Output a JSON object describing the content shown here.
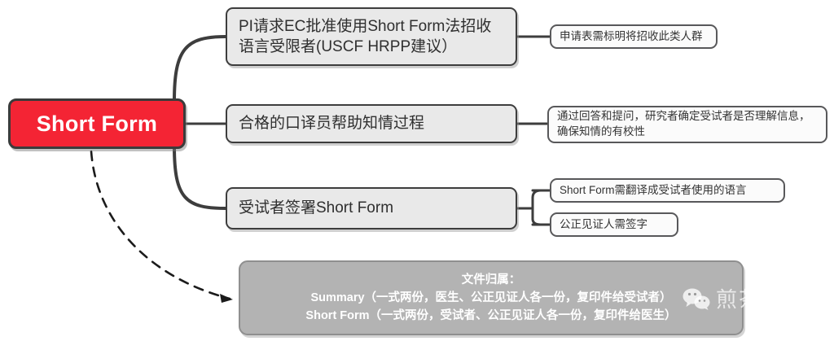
{
  "diagram": {
    "root": {
      "label": "Short Form",
      "color": "#f42434"
    },
    "branches": [
      {
        "label": "PI请求EC批准使用Short Form法招收语言受限者(USCF HRPP建议）",
        "children": [
          {
            "label": "申请表需标明将招收此类人群"
          }
        ]
      },
      {
        "label": "合格的口译员帮助知情过程",
        "children": [
          {
            "label": "通过回答和提问，研究者确定受试者是否理解信息，确保知情的有校性"
          }
        ]
      },
      {
        "label": "受试者签署Short Form",
        "children": [
          {
            "label": "Short Form需翻译成受试者使用的语言"
          },
          {
            "label": "公正见证人需签字"
          }
        ]
      }
    ],
    "summary": {
      "title": "文件归属：",
      "lines": [
        "Summary（一式两份，医生、公正见证人各一份，复印件给受试者）",
        "Short Form（一式两份，受试者、公正见证人各一份，复印件给医生）"
      ],
      "fill": "#b3b3b3"
    },
    "watermark": {
      "text": "煎茶员日记",
      "icon": "wechat-icon"
    }
  }
}
